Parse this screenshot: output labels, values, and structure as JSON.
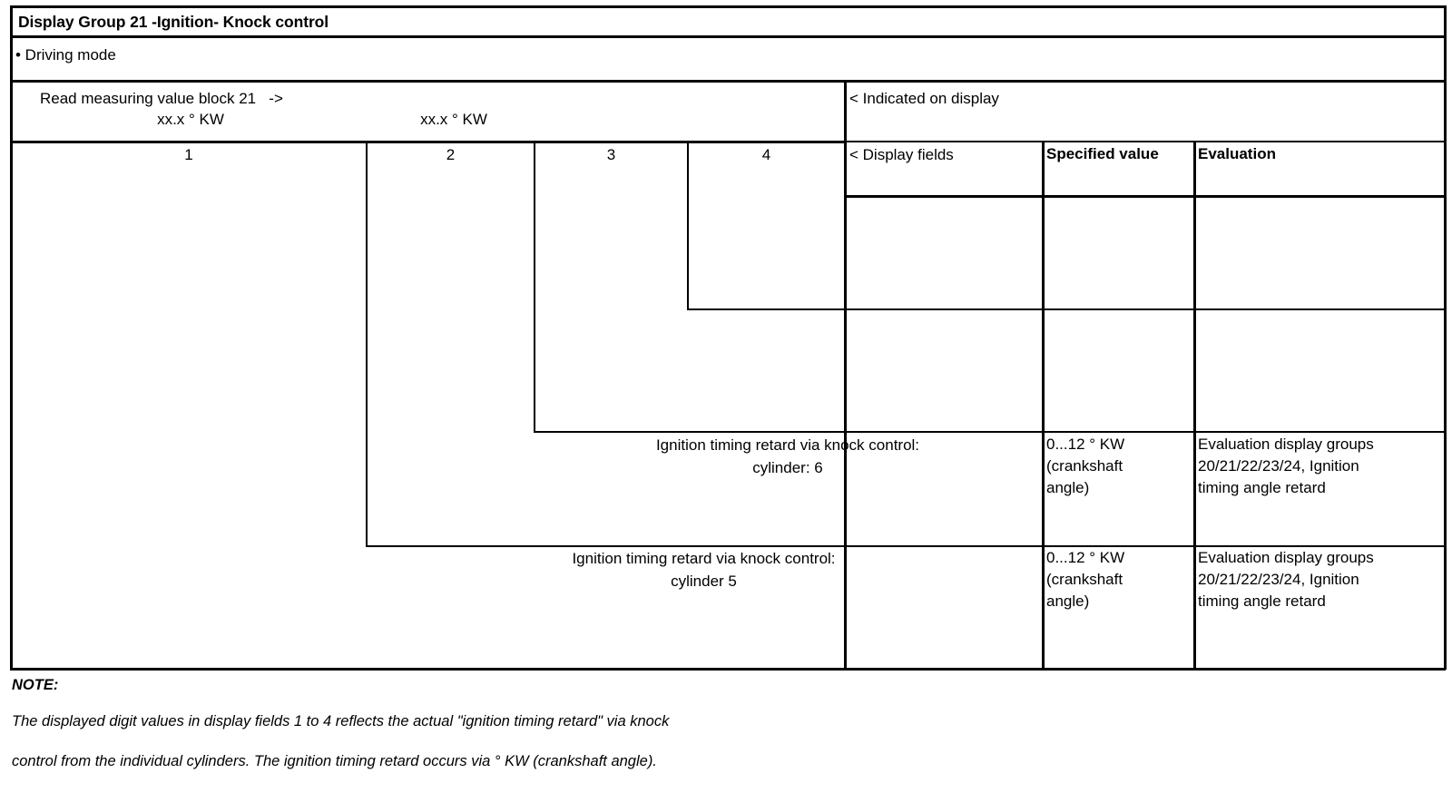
{
  "document": {
    "title": "Display Group 21 -Ignition- Knock control",
    "mode_bullet": "• Driving mode",
    "measuring_instruction": "Read measuring value block 21   ->",
    "measuring_unit_left": "xx.x ° KW",
    "measuring_unit_right": "xx.x ° KW"
  },
  "field_numbers": {
    "f1": "1",
    "f2": "2",
    "f3": "3",
    "f4": "4"
  },
  "legend": {
    "indicated_on_display": "< Indicated on display",
    "display_fields": "< Display fields"
  },
  "headers": {
    "specified_value": "Specified value",
    "evaluation": "Evaluation"
  },
  "rows": [
    {
      "description_line1": "Ignition timing retard via knock control:",
      "description_line2": "cylinder: 6",
      "specified_value": "0...12 ° KW\n(crankshaft\nangle)",
      "evaluation": "Evaluation display groups\n20/21/22/23/24, Ignition\ntiming angle retard"
    },
    {
      "description_line1": "Ignition timing retard via knock control:",
      "description_line2": "cylinder 5",
      "specified_value": "0...12 ° KW\n(crankshaft\nangle)",
      "evaluation": "Evaluation display groups\n20/21/22/23/24, Ignition\ntiming angle retard"
    }
  ],
  "note": {
    "label": "NOTE:",
    "line1": "The displayed digit values in display fields 1 to 4 reflects the actual \"ignition timing retard\" via knock",
    "line2": "control from the individual cylinders. The ignition timing retard occurs via ° KW (crankshaft angle)."
  },
  "colors": {
    "ink": "#000000",
    "paper": "#ffffff"
  }
}
